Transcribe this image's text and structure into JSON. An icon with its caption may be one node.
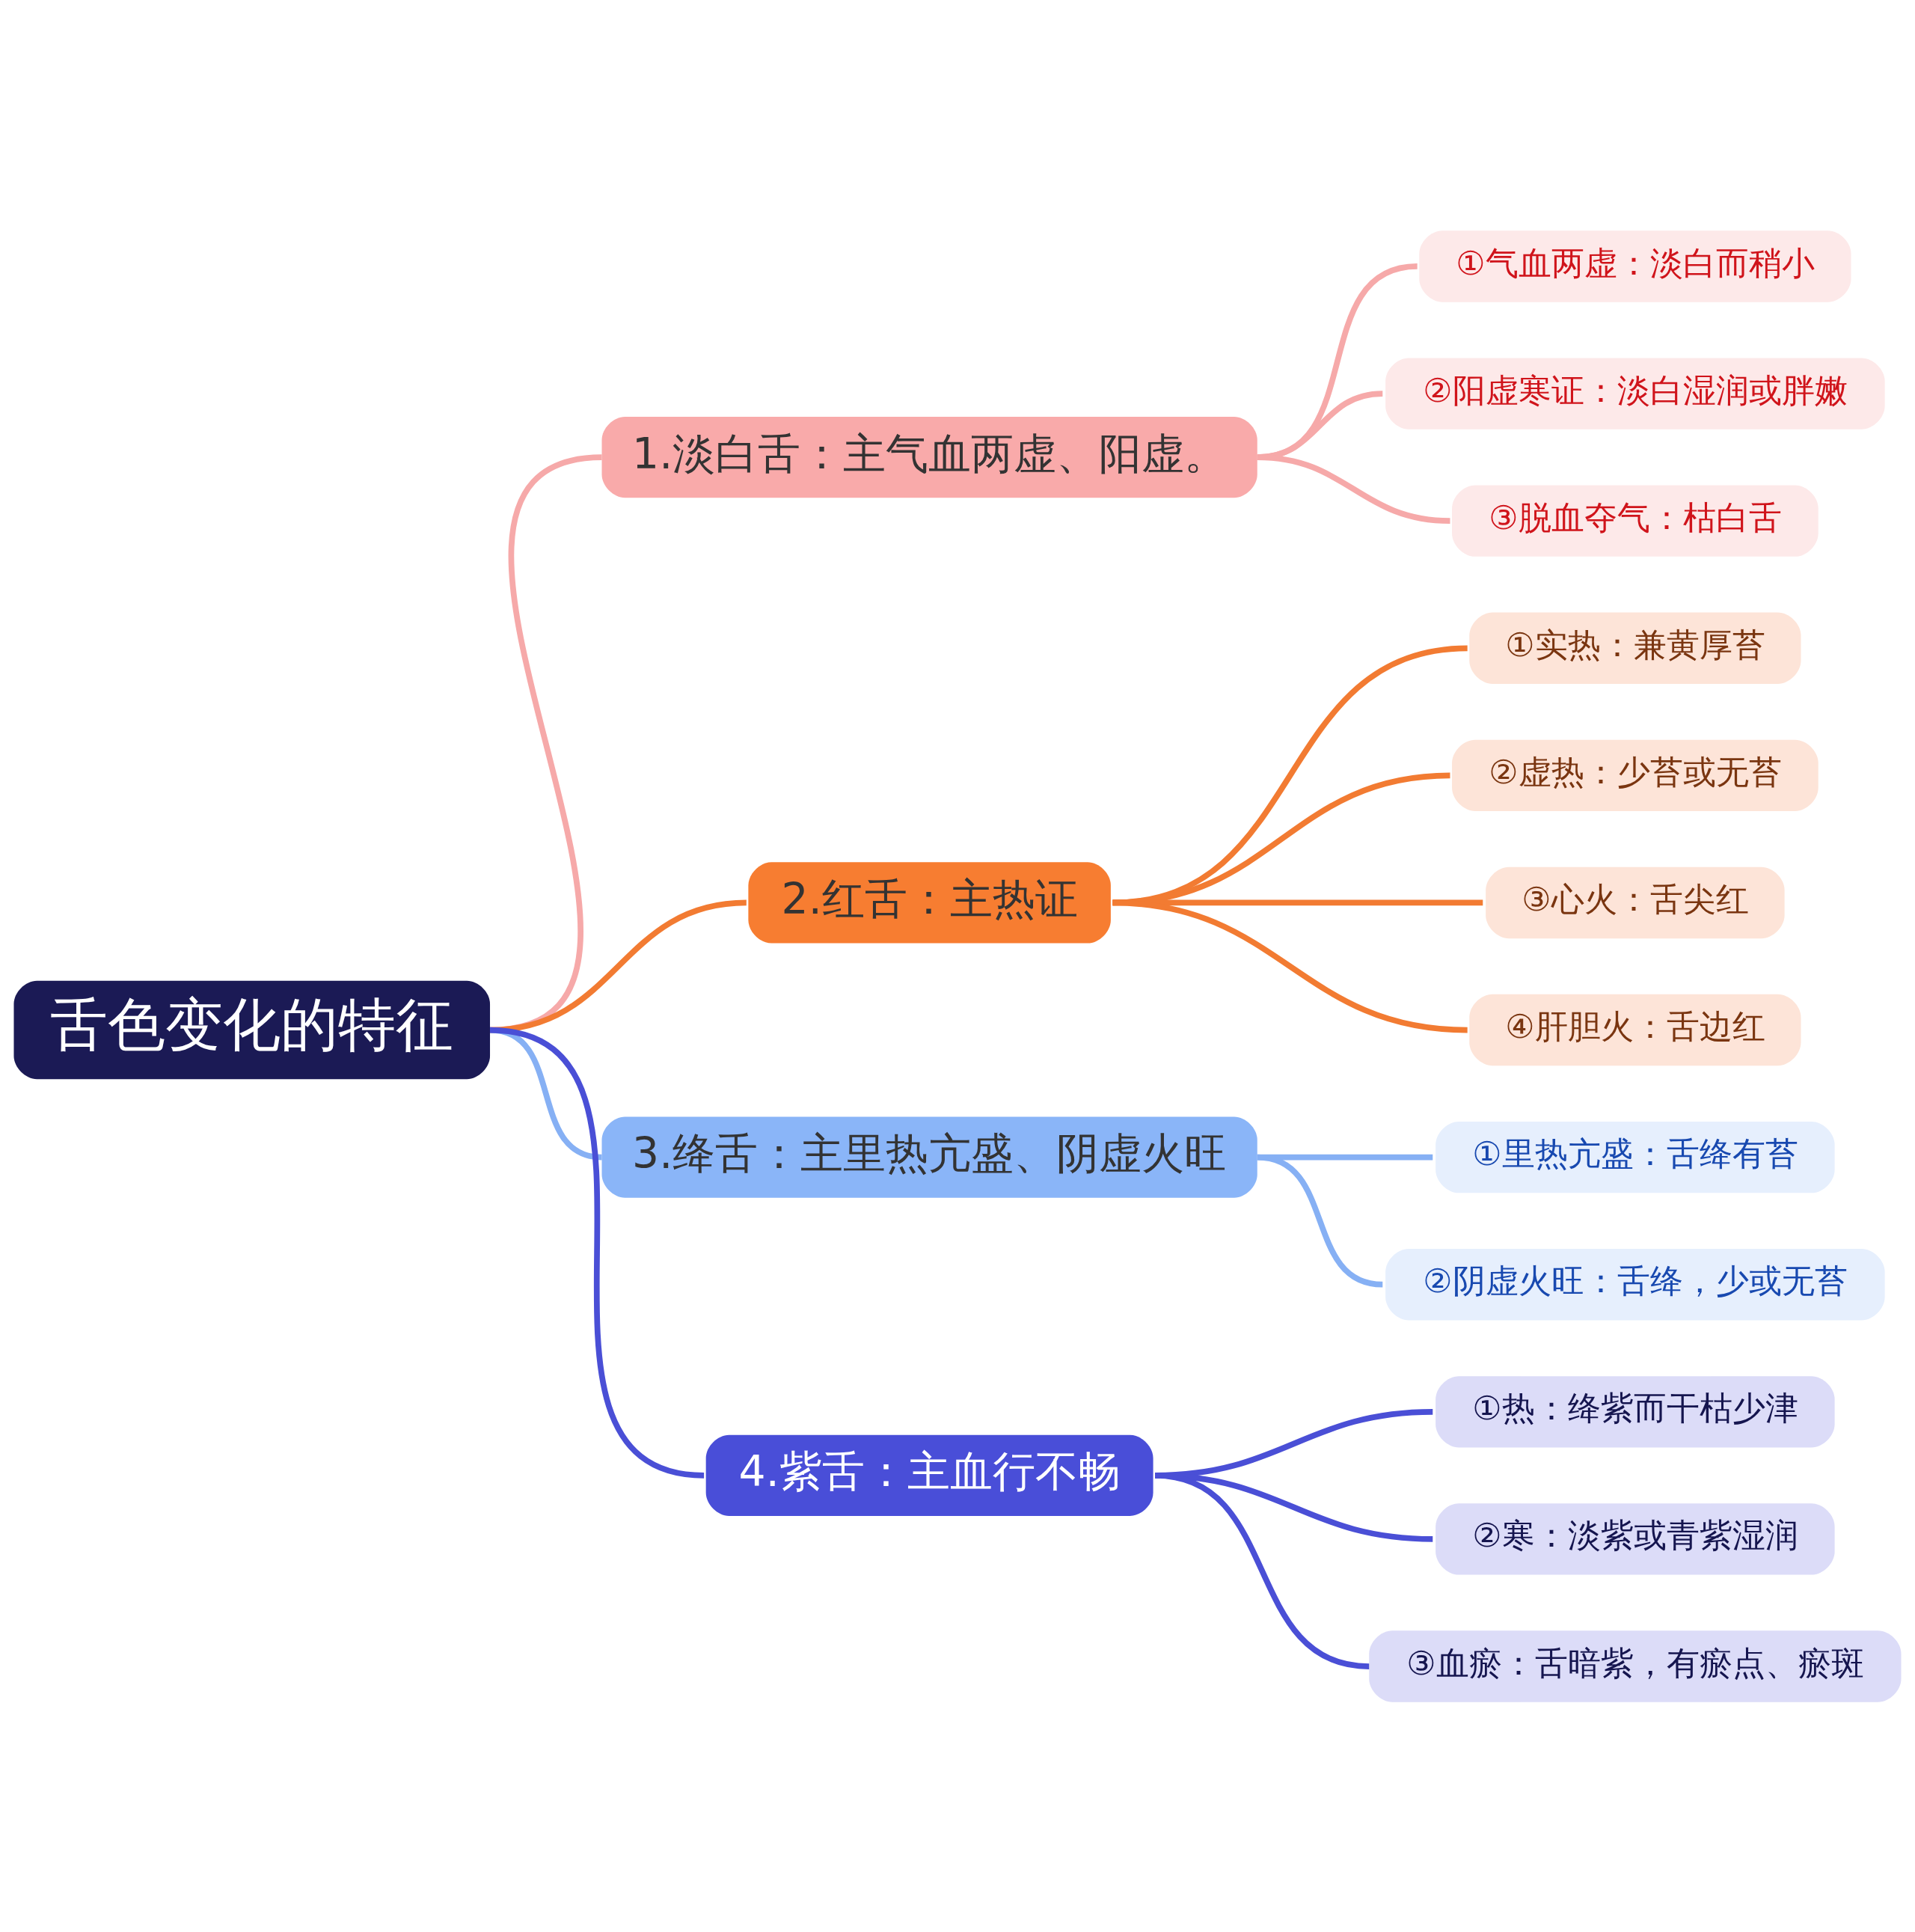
{
  "diagram": {
    "nodes": [
      {
        "text": [
          "舌色变化的特征"
        ]
      },
      {
        "text": [
          "1.淡白舌：主气血两虚、阳虚。"
        ]
      },
      {
        "text": [
          "①气血两虚：淡白而稍小"
        ]
      },
      {
        "text": [
          "②阳虚寒证：淡白湿润或胖嫩"
        ]
      },
      {
        "text": [
          "③脱血夺气：枯白舌"
        ]
      },
      {
        "text": [
          "2.红舌：主热证"
        ]
      },
      {
        "text": [
          "①实热：兼黄厚苔"
        ]
      },
      {
        "text": [
          "②虚热：少苔或无苔"
        ]
      },
      {
        "text": [
          "③心火：舌尖红"
        ]
      },
      {
        "text": [
          "④肝胆火：舌边红"
        ]
      },
      {
        "text": [
          "3.绛舌：主里热亢盛、阴虚火旺"
        ]
      },
      {
        "text": [
          "①里热亢盛：舌绛有苔"
        ]
      },
      {
        "text": [
          "②阴虚火旺：舌绛，少或无苔"
        ]
      },
      {
        "text": [
          "4.紫舌：主血行不畅"
        ]
      },
      {
        "text": [
          "①热：绛紫而干枯少津"
        ]
      },
      {
        "text": [
          "②寒：淡紫或青紫湿润"
        ]
      },
      {
        "text": [
          "③血瘀：舌暗紫，有瘀点、瘀斑"
        ]
      }
    ],
    "edges": [
      {
        "from": 0,
        "to": 1,
        "arrow": "none",
        "color": "#f6a9a9"
      },
      {
        "from": 1,
        "to": 2,
        "arrow": "none",
        "color": "#f6a9a9"
      },
      {
        "from": 1,
        "to": 3,
        "arrow": "none",
        "color": "#f6a9a9"
      },
      {
        "from": 1,
        "to": 4,
        "arrow": "none",
        "color": "#f6a9a9"
      },
      {
        "from": 0,
        "to": 5,
        "arrow": "none",
        "color": "#f27b32"
      },
      {
        "from": 5,
        "to": 6,
        "arrow": "none",
        "color": "#f27b32"
      },
      {
        "from": 5,
        "to": 7,
        "arrow": "none",
        "color": "#f27b32"
      },
      {
        "from": 5,
        "to": 8,
        "arrow": "none",
        "color": "#f27b32"
      },
      {
        "from": 5,
        "to": 9,
        "arrow": "none",
        "color": "#f27b32"
      },
      {
        "from": 0,
        "to": 10,
        "arrow": "none",
        "color": "#86b0f4"
      },
      {
        "from": 10,
        "to": 11,
        "arrow": "none",
        "color": "#86b0f4"
      },
      {
        "from": 10,
        "to": 12,
        "arrow": "none",
        "color": "#86b0f4"
      },
      {
        "from": 0,
        "to": 13,
        "arrow": "none",
        "color": "#4a4fd6"
      },
      {
        "from": 13,
        "to": 14,
        "arrow": "none",
        "color": "#4a4fd6"
      },
      {
        "from": 13,
        "to": 15,
        "arrow": "none",
        "color": "#4a4fd6"
      },
      {
        "from": 13,
        "to": 16,
        "arrow": "none",
        "color": "#4a4fd6"
      }
    ]
  }
}
